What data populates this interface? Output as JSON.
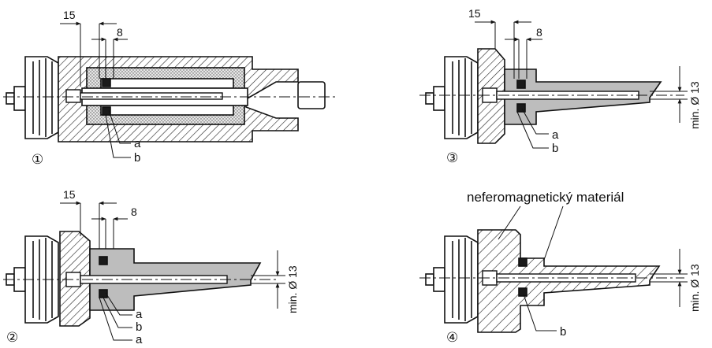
{
  "figures": [
    {
      "number": "①",
      "dimensions": {
        "a": "15",
        "b": "8"
      },
      "labels": [
        "a",
        "b"
      ]
    },
    {
      "number": "②",
      "dimensions": {
        "a": "15",
        "b": "8"
      },
      "labels": [
        "a",
        "b",
        "a"
      ],
      "diameter": "min. Ø 13"
    },
    {
      "number": "③",
      "dimensions": {
        "a": "15",
        "b": "8"
      },
      "labels": [
        "a",
        "b"
      ],
      "diameter": "min. Ø 13"
    },
    {
      "number": "④",
      "caption": "neferomagnetický materiál",
      "labels": [
        "b"
      ],
      "diameter": "min. Ø 13"
    }
  ],
  "colors": {
    "line": "#111111",
    "hatch": "#222222",
    "grey_fill": "#bdbdbd",
    "dark_ring": "#1a1a1a"
  }
}
